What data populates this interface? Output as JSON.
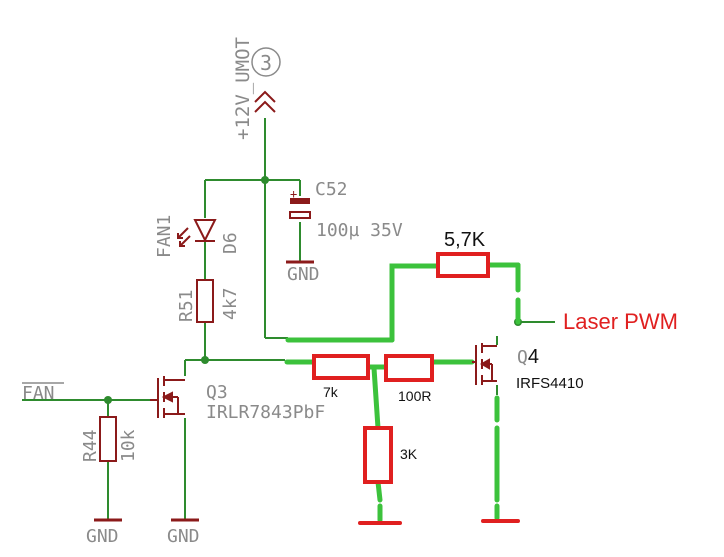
{
  "supply": {
    "net_label": "+12V_UMOT",
    "circle_number": "3"
  },
  "capacitor": {
    "ref": "C52",
    "value": "100µ 35V",
    "polarity": "+",
    "gnd": "GND"
  },
  "led": {
    "ref": "D6",
    "name": "FAN1"
  },
  "r51": {
    "ref": "R51",
    "value": "4k7"
  },
  "q3": {
    "ref": "Q3",
    "part": "IRLR7843PbF",
    "gnd": "GND"
  },
  "fan_input": {
    "label": "FAN"
  },
  "r44": {
    "ref": "R44",
    "value": "10k",
    "gnd": "GND"
  },
  "added": {
    "r_top": "5,7K",
    "r_7k": "7k",
    "r_100r": "100R",
    "r_3k": "3K",
    "q4_ref": "Q",
    "q4_num": "4",
    "q4_part": "IRFS4410",
    "laser_label": "Laser PWM"
  },
  "colors": {
    "schematic_wire": "#2e8b2e",
    "component": "#8b1a1a",
    "text_grey": "#8a8a8a",
    "added_wire": "#3cc23c",
    "added_component": "#e02020",
    "laser_label": "#e02020"
  }
}
